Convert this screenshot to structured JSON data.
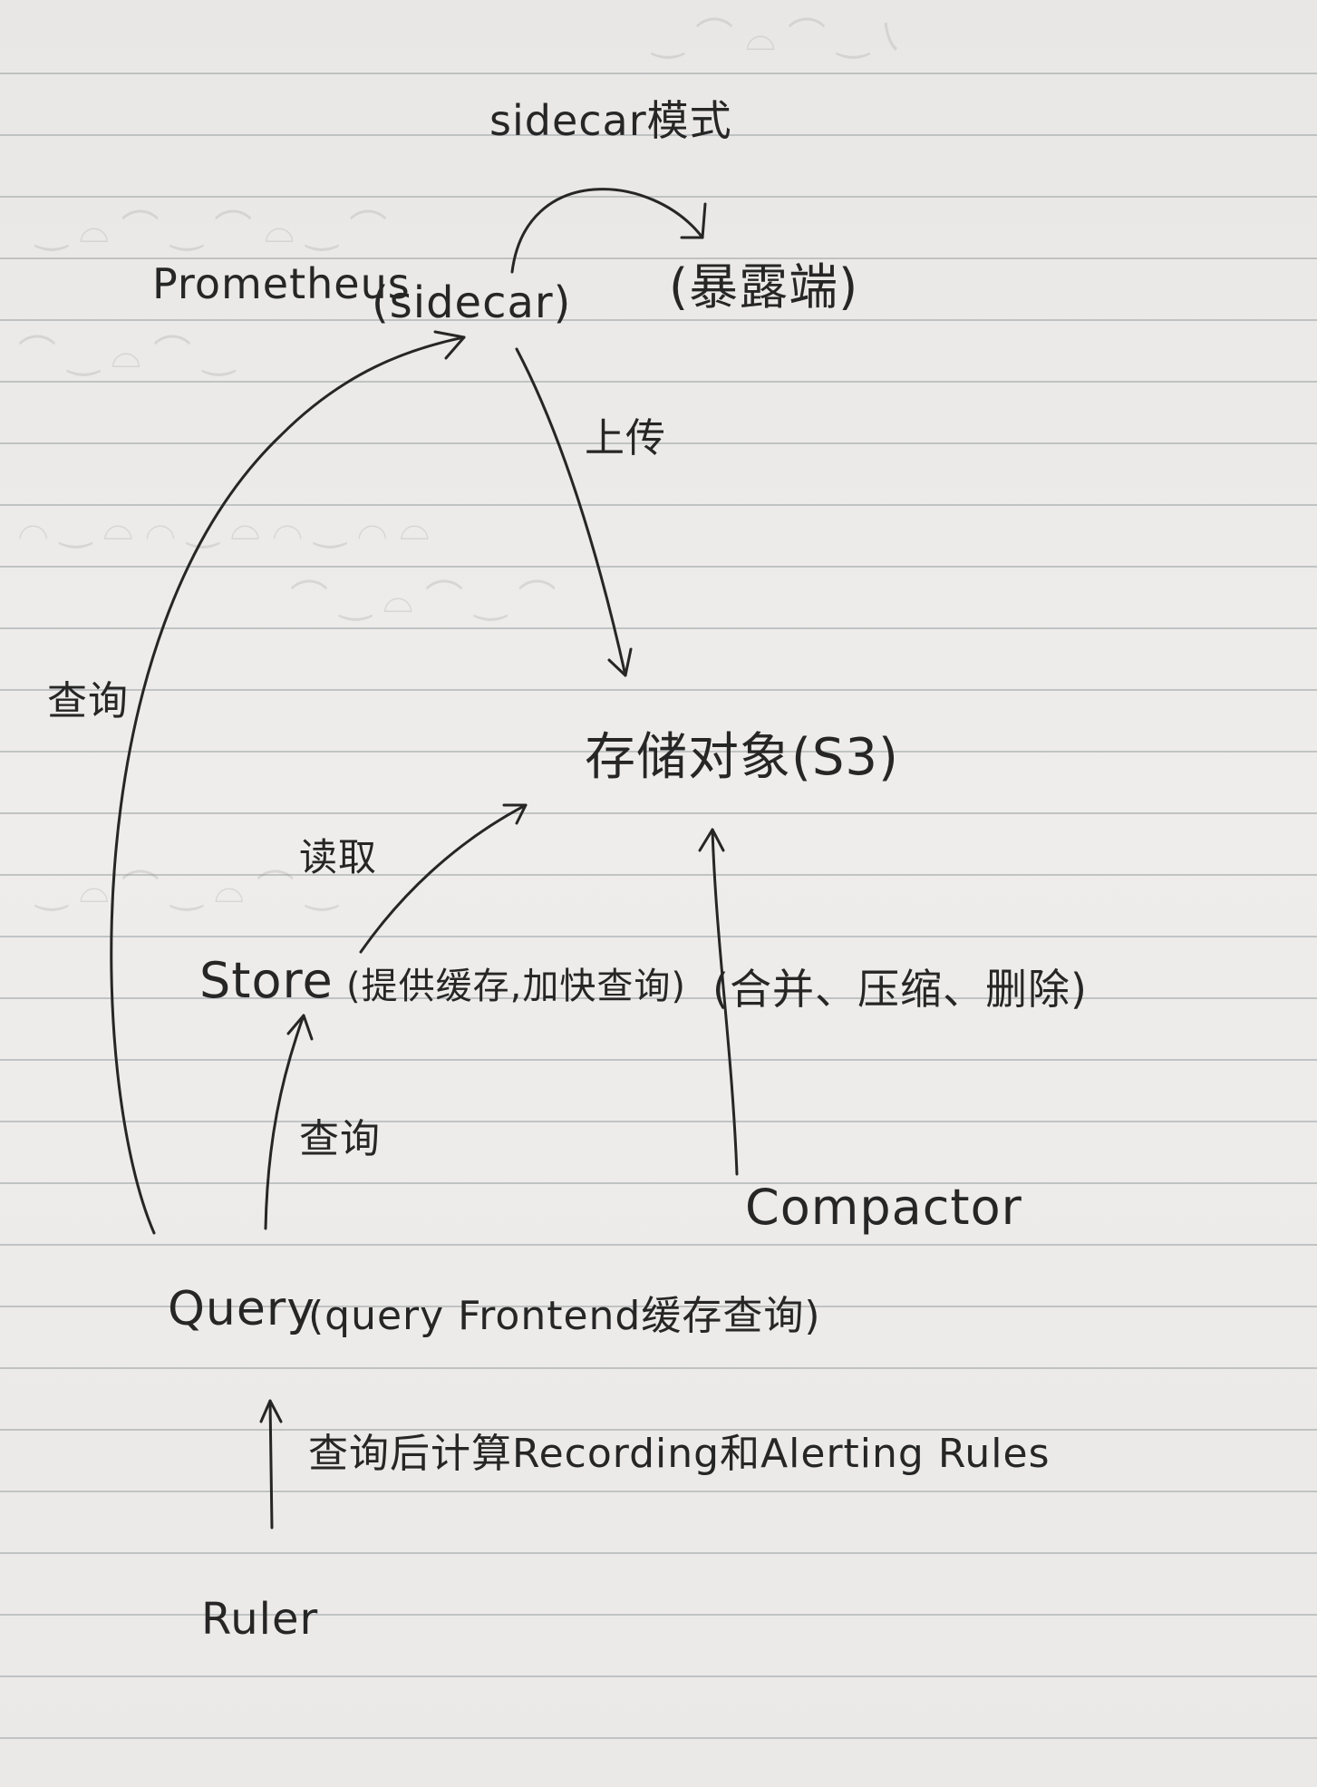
{
  "title": "sidecar模式",
  "nodes": {
    "prometheus": "Prometheus",
    "sidecar": "(sidecar)",
    "expose": "(暴露端)",
    "object_storage": "存储对象(S3)",
    "store": "Store",
    "store_note": "(提供缓存,加快查询)",
    "compactor": "Compactor",
    "compactor_note": "(合并、压缩、删除)",
    "query": "Query",
    "query_note": "(query Frontend缓存查询)",
    "ruler": "Ruler"
  },
  "edges": {
    "query_to_sidecar": "查询",
    "sidecar_to_storage": "上传",
    "store_to_storage": "读取",
    "query_to_store": "查询",
    "ruler_to_query": "查询后计算Recording和Alerting Rules"
  },
  "colors": {
    "ink": "#262626",
    "paper": "#eceae8",
    "rule_line": "#9aa3a6"
  }
}
